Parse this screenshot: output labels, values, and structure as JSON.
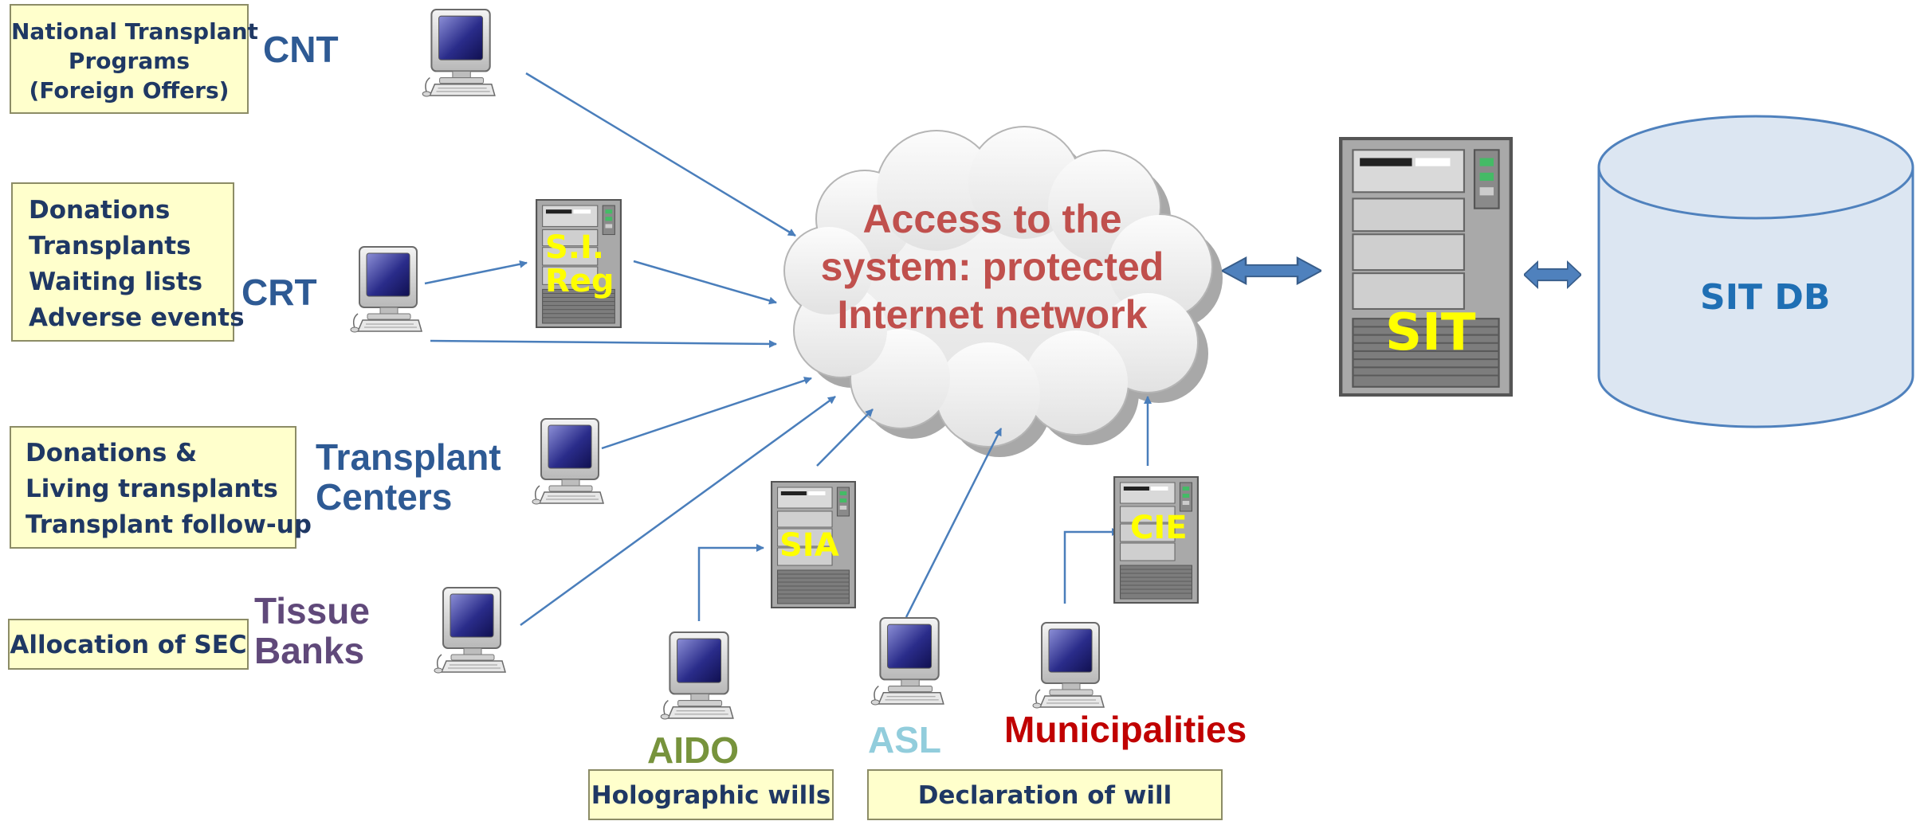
{
  "cloud": {
    "lines": [
      "Access to the",
      "system: protected",
      "Internet network"
    ],
    "text_color": "#c0504d"
  },
  "central_server": {
    "label": "SIT"
  },
  "database": {
    "label": "SIT DB",
    "label_color": "#1f6fb4"
  },
  "sources": {
    "cnt": {
      "label": "CNT",
      "box_lines": [
        "National Transplant",
        "Programs",
        "(Foreign Offers)"
      ]
    },
    "crt": {
      "label": "CRT",
      "server_lines": [
        "S.I.",
        "Reg"
      ],
      "box_lines": [
        "Donations",
        "Transplants",
        "Waiting lists",
        "Adverse events"
      ]
    },
    "transplant_centers": {
      "label_lines": [
        "Transplant",
        "Centers"
      ],
      "box_lines": [
        "Donations &",
        "Living transplants",
        "Transplant follow-up"
      ]
    },
    "tissue_banks": {
      "label_lines": [
        "Tissue",
        "Banks"
      ],
      "box_lines": [
        "Allocation of SEC"
      ],
      "label_color": "#60497a"
    },
    "aido": {
      "label": "AIDO",
      "server_label": "SIA",
      "label_color": "#77933c"
    },
    "asl": {
      "label": "ASL",
      "label_color": "#92cddc"
    },
    "municipalities": {
      "label": "Municipalities",
      "server_label": "CIE",
      "label_color": "#c00000"
    }
  },
  "bottom_boxes": {
    "holographic": "Holographic wills",
    "declaration": "Declaration of will"
  },
  "colors": {
    "arrow": "#4a7ebb",
    "label_blue": "#2e5a94",
    "box_fill": "#ffffcc",
    "box_text": "#1f3864",
    "server_label": "#ffff00"
  },
  "icons": [
    "computer-icon",
    "server-icon",
    "cloud-icon",
    "database-icon",
    "double-arrow-icon"
  ]
}
